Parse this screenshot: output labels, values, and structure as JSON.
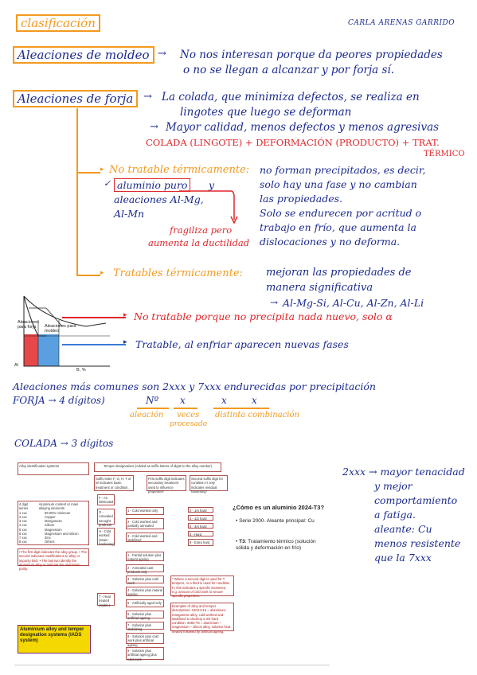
{
  "header": {
    "title": "clasificación",
    "author": "CARLA ARENAS GARRIDO"
  },
  "moldeo": {
    "label": "Aleaciones de moldeo",
    "line1": "No nos interesan porque da peores propiedades",
    "line2": "o no se llegan a alcanzar y por forja sí."
  },
  "forja": {
    "label": "Aleaciones de forja",
    "line1": "La colada, que minimiza defectos, se realiza en",
    "line2": "lingotes que luego se deforman",
    "line3": "Mayor calidad, menos defectos y menos agresivas",
    "formula": "COLADA (LINGOTE) + DEFORMACIÓN (PRODUCTO) + TRAT.",
    "formula_end": "TÉRMICO"
  },
  "no_tratable": {
    "label": "No tratable térmicamente:",
    "desc1": "no forman precipitados, es decir,",
    "desc2": "solo hay una fase y no cambian",
    "desc3": "las propiedades.",
    "desc4": "Solo se endurecen por acritud o",
    "desc5": "trabajo en frío, que aumenta la",
    "desc6": "dislocaciones y no deforma.",
    "ex1a": "aluminio puro",
    "ex1b": "y",
    "ex2": "aleaciones Al-Mg,",
    "ex3": "Al-Mn",
    "note1": "fragiliza pero",
    "note2": "aumenta la ductilidad"
  },
  "tratable": {
    "label": "Tratables térmicamente:",
    "desc1": "mejoran las propiedades de",
    "desc2": "manera significativa",
    "desc3": "Al-Mg-Si, Al-Cu, Al-Zn, Al-Li"
  },
  "diagram": {
    "label_forja": "Aleaciones para forja",
    "label_moldeo": "Aleaciones para moldeo",
    "label_al": "Al",
    "label_bs": "B, %",
    "note_red": "No tratable porque no precipita nada nuevo, solo α",
    "note_blue": "Tratable, al enfriar aparecen nuevas fases"
  },
  "comunes": {
    "line1": "Aleaciones más comunes son 2xxx y 7xxx endurecidas por precipitación",
    "forja": "FORJA → 4 dígitos)",
    "d1": "Nº",
    "d2": "x",
    "d3": "x",
    "d4": "x",
    "lab1": "aleación",
    "lab2a": "veces",
    "lab2b": "procesado",
    "lab3": "distinta combinación"
  },
  "colada": {
    "text": "COLADA → 3 dígitos"
  },
  "table": {
    "h1": "Alloy identification systems",
    "h2": "Temper designations (Added as suffix letters of digits to the alloy number)",
    "c1": "Suffix letter F, O, H, T or W indicates basic treatment or condition.",
    "c2": "First suffix digit indicates secondary treatment used to influence properties*",
    "c3": "Second suffix digit for condition H only indicates residual hardening*",
    "series_head": "4 digit series",
    "content_head": "Aluminium content or main alloying elements",
    "rows": [
      {
        "s": "1 xxx",
        "e": "99.00% minimum"
      },
      {
        "s": "2 xxx",
        "e": "Copper"
      },
      {
        "s": "3 xxx",
        "e": "Manganese"
      },
      {
        "s": "4 xxx",
        "e": "Silicon"
      },
      {
        "s": "5 xxx",
        "e": "Magnesium"
      },
      {
        "s": "6 xxx",
        "e": "Magnesium and silicon"
      },
      {
        "s": "7 xxx",
        "e": "Zinc"
      },
      {
        "s": "8 xxx",
        "e": "Others"
      }
    ],
    "notes": "• The first digit indicates the alloy group. • The second indicates modifications to alloy or impurity limit. • The last two identify the aluminium alloy or indicate the aluminium purity.",
    "f": "F - As fabricated",
    "o": "O - Annealed wrought products only",
    "h": "H - Cold worked (strain hardening)",
    "t": "T - Heat treated (stable)",
    "h1x": "1 - Cold worked only",
    "h2x": "2 - Cold worked and partially annealed",
    "h3x": "3 - Cold worked and stabilized",
    "hd2": "2 - 1/4 hard",
    "hd4": "4 - 1/2 hard",
    "hd6": "6 - 3/4 hard",
    "hd8": "8 - Hard",
    "hd9": "9 - Extra hard",
    "t1": "1 - Partial solution plus natural ageing",
    "t2": "2 - Annealed cast products only",
    "t3": "3 - Solution plus cold work",
    "t4": "4 - Solution plus natural ageing",
    "t5": "5 - Artificially aged only",
    "t6": "6 - Solution plus artificial ageing",
    "t7": "7 - Solution plus stabilizing",
    "t8": "8 - Solution plus cold work plus artificial ageing",
    "t9": "9 - Solution plus artificial ageing plus cold work",
    "note_star": "* Where a second digit is used for T tempers, or a third is used for condition H, this indicates a specific treatment, e.g. amount of cold work to secure specific properties.",
    "examples": "Examples of alloy and temper descriptions: 3103-H16 = aluminium-manganese alloy, cold worked and stabilized to develop a 3/4 hard condition. 6082-T6 = aluminium – magnesium – silicon alloy, solution heat treated followed by artificial ageing.",
    "question": "¿Cómo es un aluminio 2024-T3?",
    "b1": "Serie 2000. Aleante principal: Cu",
    "b2a": "T3",
    "b2b": ": Tratamiento térmico (solución sólida y deformación en frío)",
    "caption": "Aluminium alloy and temper designation systems (IADS system)"
  },
  "series2xxx": {
    "l1": "2xxx → mayor tenacidad",
    "l2": "y mejor",
    "l3": "comportamiento",
    "l4": "a fatiga.",
    "l5": "aleante: Cu",
    "l6": "menos resistente",
    "l7": "que la 7xxx"
  }
}
